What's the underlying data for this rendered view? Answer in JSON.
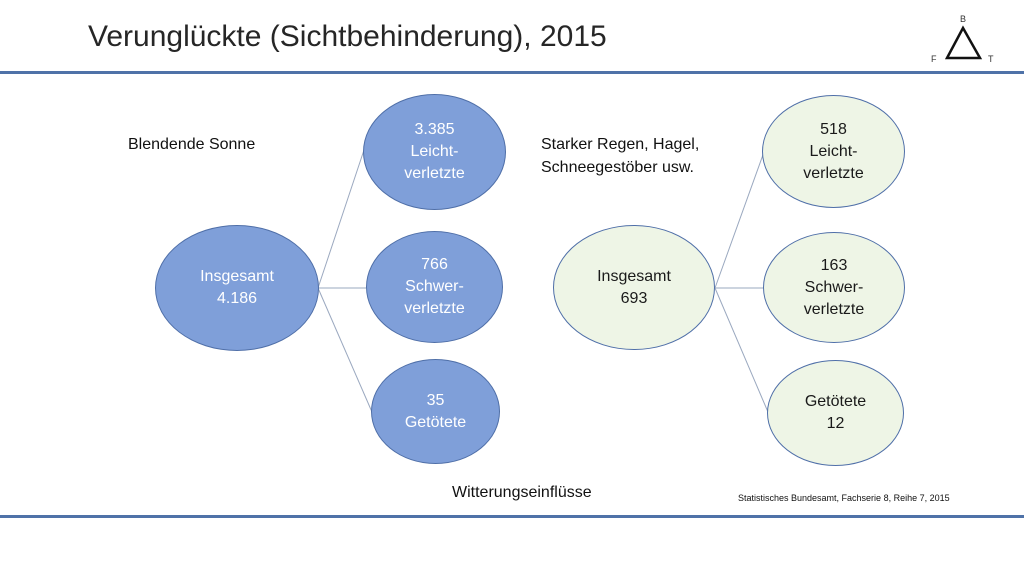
{
  "slide": {
    "title": "Verunglückte (Sichtbehinderung), 2015",
    "logo": {
      "top": "B",
      "left": "F",
      "right": "T"
    },
    "accent_color": "#4f72a8"
  },
  "left_group": {
    "label": "Blendende Sonne",
    "total": {
      "line1": "Insgesamt",
      "line2": "4.186"
    },
    "children": [
      {
        "line1": "3.385",
        "line2": "Leicht-",
        "line3": "verletzte"
      },
      {
        "line1": "766",
        "line2": "Schwer-",
        "line3": "verletzte"
      },
      {
        "line1": "35",
        "line2": "Getötete"
      }
    ],
    "fill_color": "#7f9fd9"
  },
  "right_group": {
    "label_line1": "Starker Regen, Hagel,",
    "label_line2": "Schneegestöber usw.",
    "total": {
      "line1": "Insgesamt",
      "line2": "693"
    },
    "children": [
      {
        "line1": "518",
        "line2": "Leicht-",
        "line3": "verletzte"
      },
      {
        "line1": "163",
        "line2": "Schwer-",
        "line3": "verletzte"
      },
      {
        "line1": "Getötete",
        "line2": "12"
      }
    ],
    "fill_color": "#eef5e6"
  },
  "footer": {
    "caption": "Witterungseinflüsse",
    "source": "Statistisches Bundesamt, Fachserie 8, Reihe 7, 2015"
  }
}
